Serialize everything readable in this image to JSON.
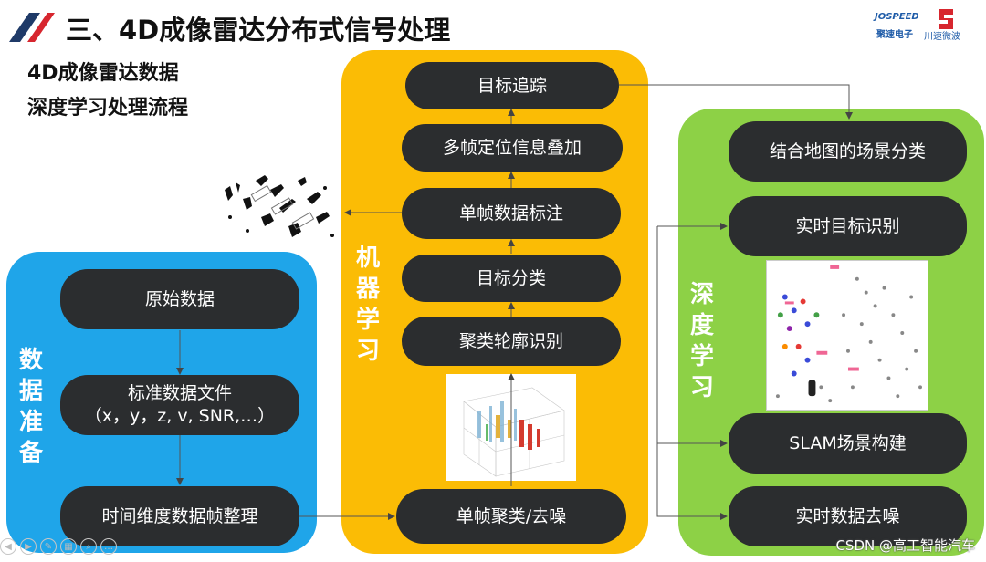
{
  "header": {
    "title": "三、4D成像雷达分布式信号处理",
    "brand_left_top": "JOSPEED",
    "brand_left_bottom": "聚速电子",
    "brand_right_bottom": "川速微波"
  },
  "subtitle": {
    "line1": "4D成像雷达数据",
    "line2": "深度学习处理流程"
  },
  "panels": {
    "data_prep": {
      "label": "数据准备"
    },
    "machine_learning": {
      "label": "机器学习"
    },
    "deep_learning": {
      "label": "深度学习"
    }
  },
  "nodes": {
    "raw_data": "原始数据",
    "std_file_line1": "标准数据文件",
    "std_file_line2": "（x，y，z, v, SNR,…）",
    "time_frame": "时间维度数据帧整理",
    "target_tracking": "目标追踪",
    "multi_frame": "多帧定位信息叠加",
    "single_annot": "单帧数据标注",
    "target_class": "目标分类",
    "cluster_contour": "聚类轮廓识别",
    "single_cluster": "单帧聚类/去噪",
    "scene_class": "结合地图的场景分类",
    "realtime_recog": "实时目标识别",
    "slam": "SLAM场景构建",
    "realtime_denoise": "实时数据去噪"
  },
  "watermark": "CSDN @高工智能汽车",
  "colors": {
    "blue_panel": "#1fa5e9",
    "yellow_panel": "#fbbc05",
    "green_panel": "#8dd146",
    "node_fill": "#2b2d2f",
    "logo_red": "#d7262e",
    "logo_navy": "#1f3a68",
    "brand_blue": "#1e5ba8"
  }
}
